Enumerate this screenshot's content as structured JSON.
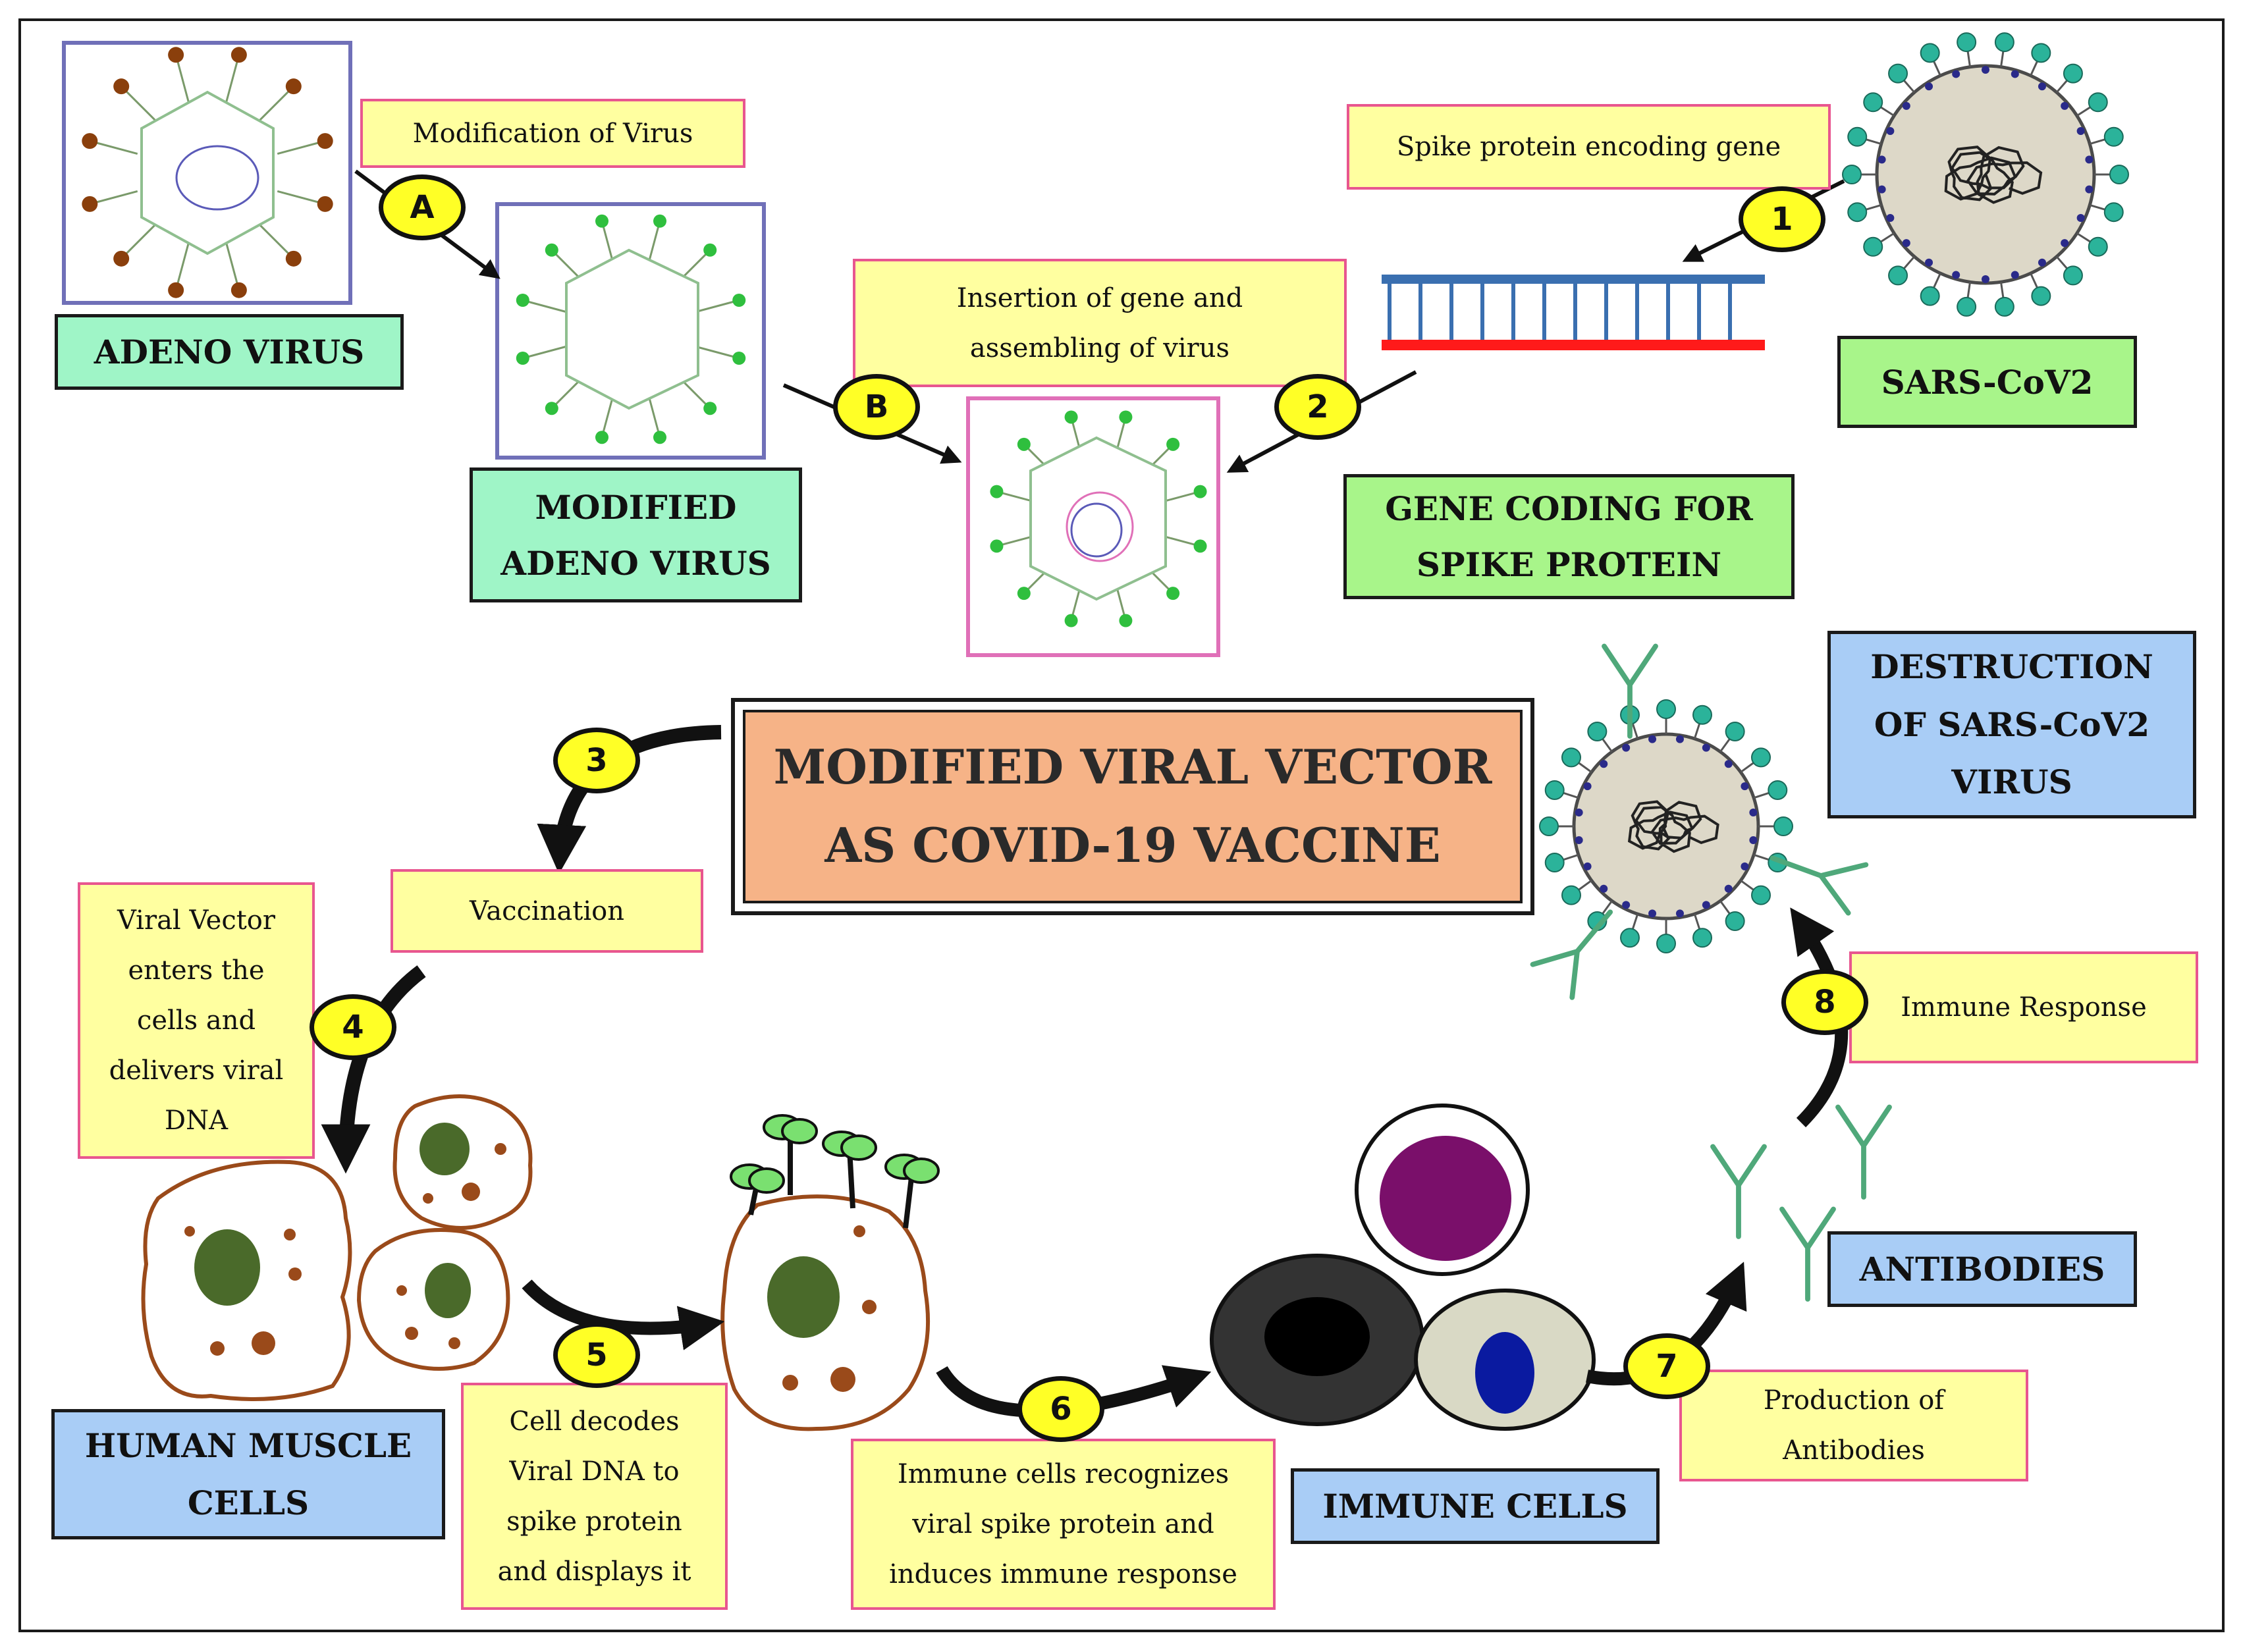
{
  "title": "MODIFIED VIRAL VECTOR\nAS COVID-19 VACCINE",
  "labels": {
    "adeno_virus": "ADENO VIRUS",
    "modified_adeno_virus": "MODIFIED\nADENO VIRUS",
    "sars_cov2": "SARS-CoV2",
    "gene_coding": "GENE CODING FOR\nSPIKE PROTEIN",
    "destruction": "DESTRUCTION\nOF SARS-CoV2\nVIRUS",
    "human_muscle_cells": "HUMAN MUSCLE\nCELLS",
    "immune_cells": "IMMUNE CELLS",
    "antibodies": "ANTIBODIES"
  },
  "notes": {
    "modification": "Modification  of  Virus",
    "spike_gene": "Spike protein  encoding  gene",
    "insertion": "Insertion  of gene and\nassembling  of  virus",
    "vaccination": "Vaccination",
    "enters": "Viral Vector\nenters the\ncells and\ndelivers viral\nDNA",
    "decodes": "Cell decodes\nViral DNA  to\nspike protein\nand displays  it",
    "recognizes": "Immune cells  recognizes\nviral spike protein and\ninduces immune  response",
    "production": "Production  of\nAntibodies",
    "immune_response": "Immune Response"
  },
  "steps": {
    "a": "A",
    "b": "B",
    "s1": "1",
    "s2": "2",
    "s3": "3",
    "s4": "4",
    "s5": "5",
    "s6": "6",
    "s7": "7",
    "s8": "8"
  },
  "colors": {
    "spike_green": "#2fbf3e",
    "adeno_spike_brown": "#8a3f0c",
    "virus_teal": "#2bb39a",
    "dna_blue": "#3a6fb0",
    "dna_red": "#ff1a1a",
    "cell_outline": "#9a4a1a",
    "nucleus_green": "#4a6a2a",
    "immune_purple": "#7a0f6a",
    "immune_blue": "#0a1aa0"
  }
}
